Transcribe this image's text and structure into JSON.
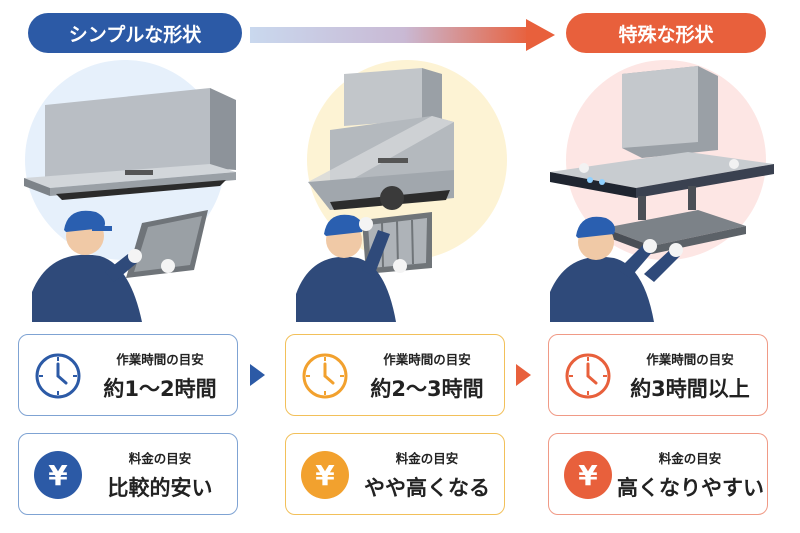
{
  "header": {
    "left_label": "シンプルな形状",
    "right_label": "特殊な形状"
  },
  "columns": [
    {
      "time_title": "作業時間の目安",
      "time_value": "約1～2時間",
      "price_title": "料金の目安",
      "price_value": "比較的安い",
      "accent": "#2c5aa6"
    },
    {
      "time_title": "作業時間の目安",
      "time_value": "約2～3時間",
      "price_title": "料金の目安",
      "price_value": "やや高くなる",
      "accent": "#f2a12e"
    },
    {
      "time_title": "作業時間の目安",
      "time_value": "約3時間以上",
      "price_title": "料金の目安",
      "price_value": "高くなりやすい",
      "accent": "#e8603c"
    }
  ],
  "icons": {
    "clock": "clock-icon",
    "yen": "yen-icon",
    "yen_glyph": "¥"
  },
  "colors": {
    "blue": "#2c5aa6",
    "orange": "#f2a12e",
    "red": "#e8603c",
    "blue_bg": "#e6f0fb",
    "orange_bg": "#fdf3d4",
    "red_bg": "#fde6e4"
  }
}
